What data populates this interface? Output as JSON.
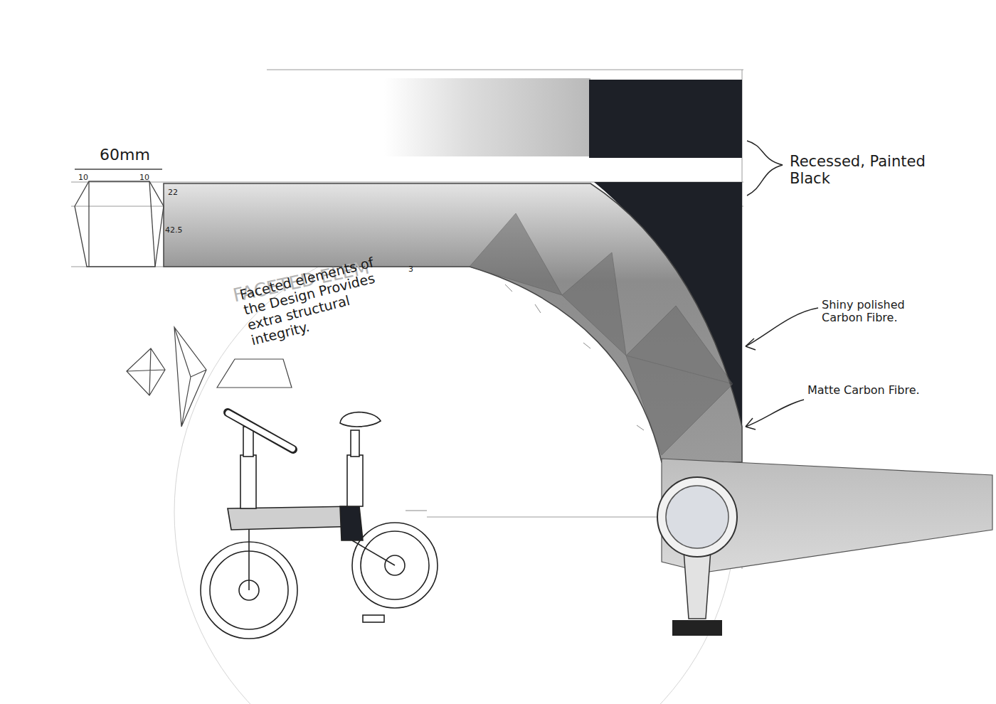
{
  "diagram": {
    "labels": [
      "60mm",
      "10",
      "10",
      "22",
      "42.5",
      "3",
      "FACETED ELEM",
      "Faceted elements of the Design Provides extra structural integrity.",
      "Recessed, Painted Black",
      "Shiny polished Carbon Fibre.",
      "Matte Carbon Fibre."
    ]
  }
}
